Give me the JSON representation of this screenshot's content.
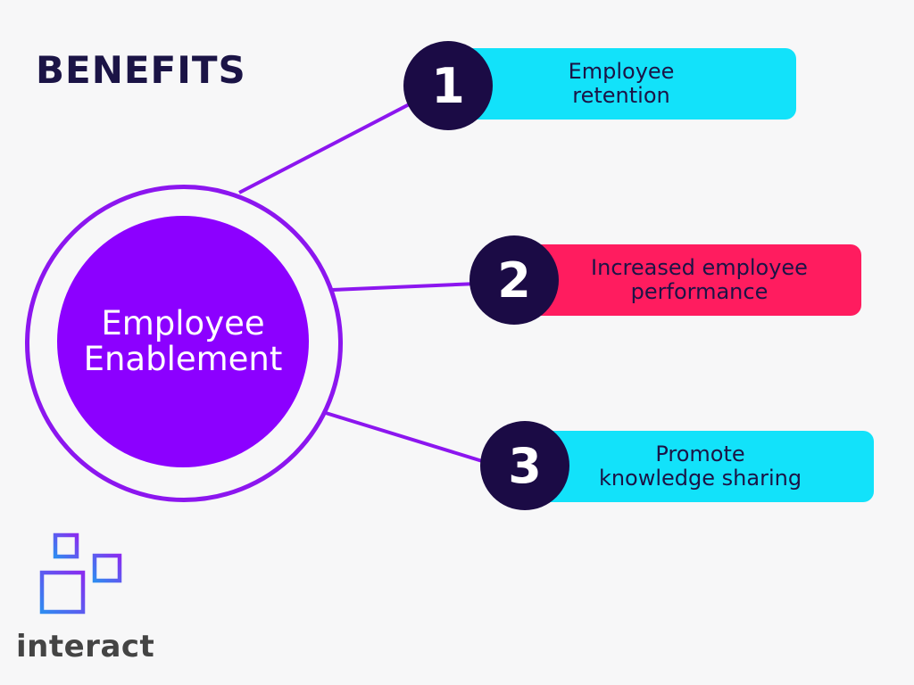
{
  "title": "BENEFITS",
  "hub": {
    "line1": "Employee",
    "line2": "Enablement",
    "color": "#8c00ff",
    "ring_color": "#8c16ef"
  },
  "benefits": [
    {
      "number": "1",
      "line1": "Employee",
      "line2": "retention",
      "color": "#12e2fa"
    },
    {
      "number": "2",
      "line1": "Increased employee",
      "line2": "performance",
      "color": "#ff1c5f"
    },
    {
      "number": "3",
      "line1": "Promote",
      "line2": "knowledge sharing",
      "color": "#12e2fa"
    }
  ],
  "badge_color": "#1b0b45",
  "connector_color": "#8c16ef",
  "logo": {
    "wordmark": "interact",
    "icon": "stacked-squares-logo-icon"
  }
}
